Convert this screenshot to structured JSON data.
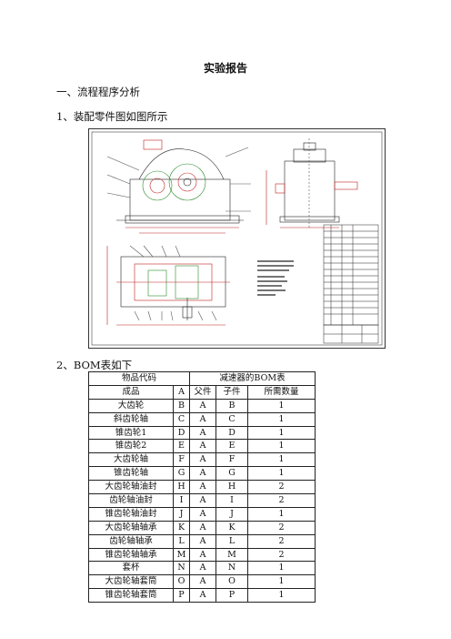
{
  "document": {
    "title": "实验报告",
    "section1": "一、流程程序分析",
    "item1": "1、装配零件图如图所示",
    "item2": "2、BOM表如下"
  },
  "bom": {
    "header_left": "物品代码",
    "header_right": "减速器的BOM表",
    "subheader": [
      "成品",
      "A",
      "父件",
      "子件",
      "所需数量"
    ],
    "rows": [
      [
        "大齿轮",
        "B",
        "A",
        "B",
        "1"
      ],
      [
        "斜齿轮轴",
        "C",
        "A",
        "C",
        "1"
      ],
      [
        "锥齿轮1",
        "D",
        "A",
        "D",
        "1"
      ],
      [
        "锥齿轮2",
        "E",
        "A",
        "E",
        "1"
      ],
      [
        "大齿轮轴",
        "F",
        "A",
        "F",
        "1"
      ],
      [
        "锥齿轮轴",
        "G",
        "A",
        "G",
        "1"
      ],
      [
        "大齿轮轴油封",
        "H",
        "A",
        "H",
        "2"
      ],
      [
        "齿轮轴油封",
        "I",
        "A",
        "I",
        "2"
      ],
      [
        "锥齿轮轴油封",
        "J",
        "A",
        "J",
        "1"
      ],
      [
        "大齿轮轴轴承",
        "K",
        "A",
        "K",
        "2"
      ],
      [
        "齿轮轴轴承",
        "L",
        "A",
        "L",
        "2"
      ],
      [
        "锥齿轮轴轴承",
        "M",
        "A",
        "M",
        "2"
      ],
      [
        "套杯",
        "N",
        "A",
        "N",
        "1"
      ],
      [
        "大齿轮轴套筒",
        "O",
        "A",
        "O",
        "1"
      ],
      [
        "锥齿轮轴套筒",
        "P",
        "A",
        "P",
        "1"
      ]
    ]
  }
}
